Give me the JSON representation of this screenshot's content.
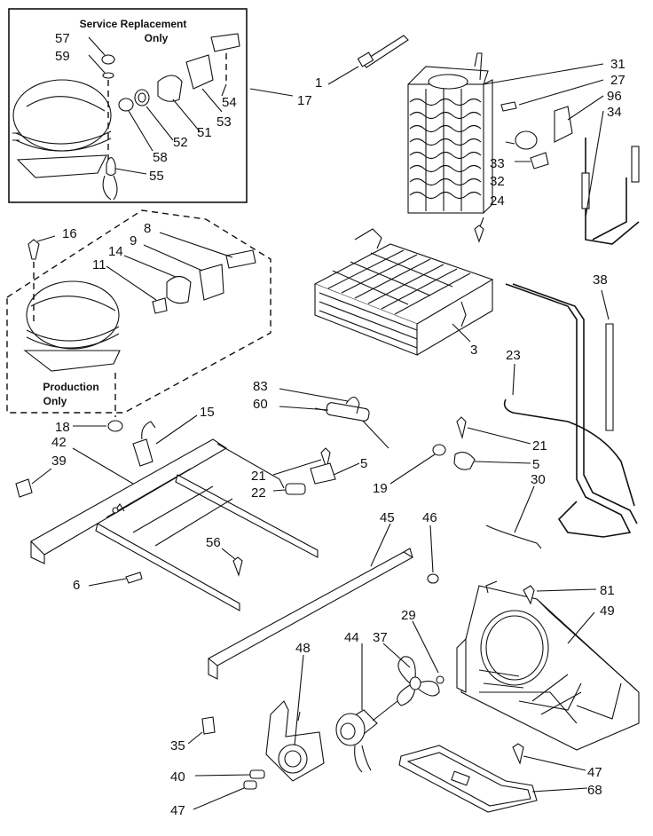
{
  "captions": {
    "service_line1": "Service Replacement",
    "service_line2": "Only",
    "production_line1": "Production",
    "production_line2": "Only"
  },
  "labels": [
    "57",
    "59",
    "58",
    "52",
    "51",
    "53",
    "54",
    "55",
    "1",
    "17",
    "31",
    "27",
    "96",
    "34",
    "33",
    "32",
    "24",
    "16",
    "8",
    "9",
    "14",
    "11",
    "18",
    "15",
    "42",
    "39",
    "38",
    "3",
    "23",
    "83",
    "60",
    "21",
    "5",
    "22",
    "19",
    "30",
    "45",
    "46",
    "56",
    "6",
    "81",
    "49",
    "29",
    "37",
    "44",
    "48",
    "35",
    "40",
    "47",
    "68"
  ]
}
